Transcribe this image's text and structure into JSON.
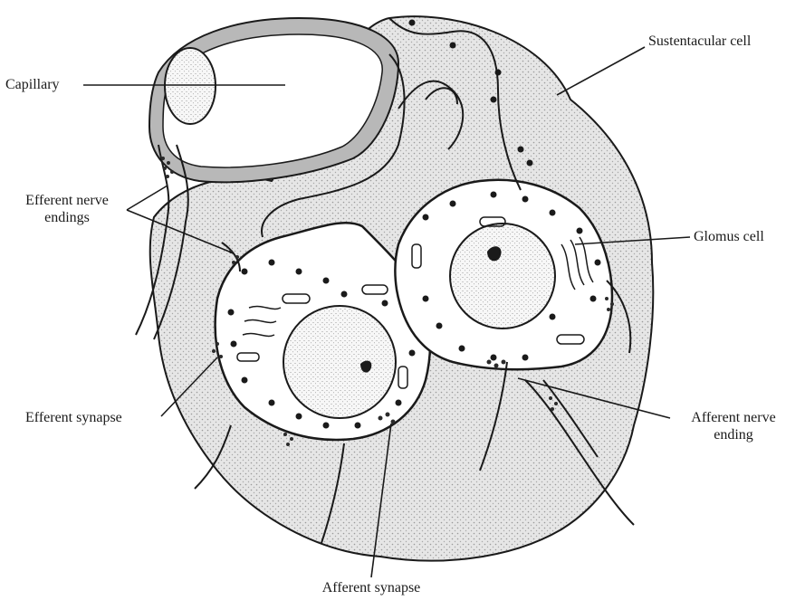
{
  "labels": {
    "capillary": "Capillary",
    "efferent_nerve_endings_line1": "Efferent nerve",
    "efferent_nerve_endings_line2": "endings",
    "efferent_synapse": "Efferent synapse",
    "sustentacular_cell": "Sustentacular cell",
    "glomus_cell": "Glomus cell",
    "afferent_nerve_ending_line1": "Afferent nerve",
    "afferent_nerve_ending_line2": "ending",
    "afferent_synapse": "Afferent synapse"
  },
  "colors": {
    "outline": "#1a1a1a",
    "background_stipple": "#d4d4d4",
    "capillary_wall": "#b8b8b8",
    "nucleus_fill": "#f0f0f0",
    "cytoplasm": "#ffffff"
  }
}
